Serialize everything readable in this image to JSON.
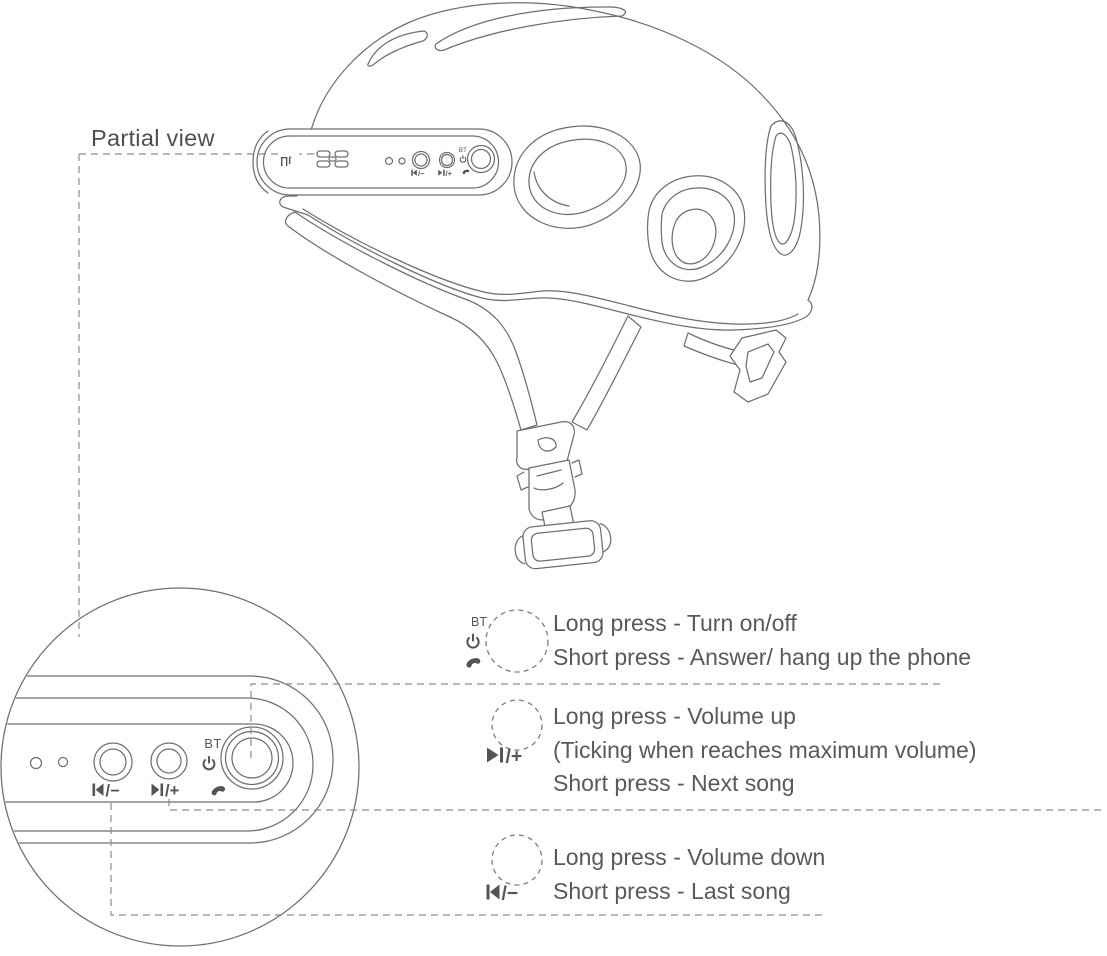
{
  "partial_view_label": "Partial view",
  "panel": {
    "logo_mark": "∏ſ",
    "bt_label": "BT",
    "prev_suffix": "/−",
    "next_suffix": "/+"
  },
  "instructions": [
    {
      "button": "power-multifunction-button",
      "bt_label": "BT",
      "lines": [
        "Long press - Turn on/off",
        "Short press - Answer/ hang up the phone"
      ]
    },
    {
      "button": "next-volume-up-button",
      "icon_suffix": "/+",
      "lines": [
        "Long press - Volume up",
        "(Ticking when reaches maximum volume)",
        "Short press - Next song"
      ]
    },
    {
      "button": "prev-volume-down-button",
      "icon_suffix": "/−",
      "lines": [
        "Long press - Volume down",
        "Short press - Last song"
      ]
    }
  ],
  "icons": {
    "power": "power-icon",
    "phone": "phone-handset-icon",
    "skip_next": "skip-next-icon",
    "skip_previous": "skip-previous-icon"
  },
  "colors": {
    "line": "#6f6f6f",
    "dashed_line": "#8c8c8c",
    "text": "#58595b",
    "background": "#ffffff"
  }
}
